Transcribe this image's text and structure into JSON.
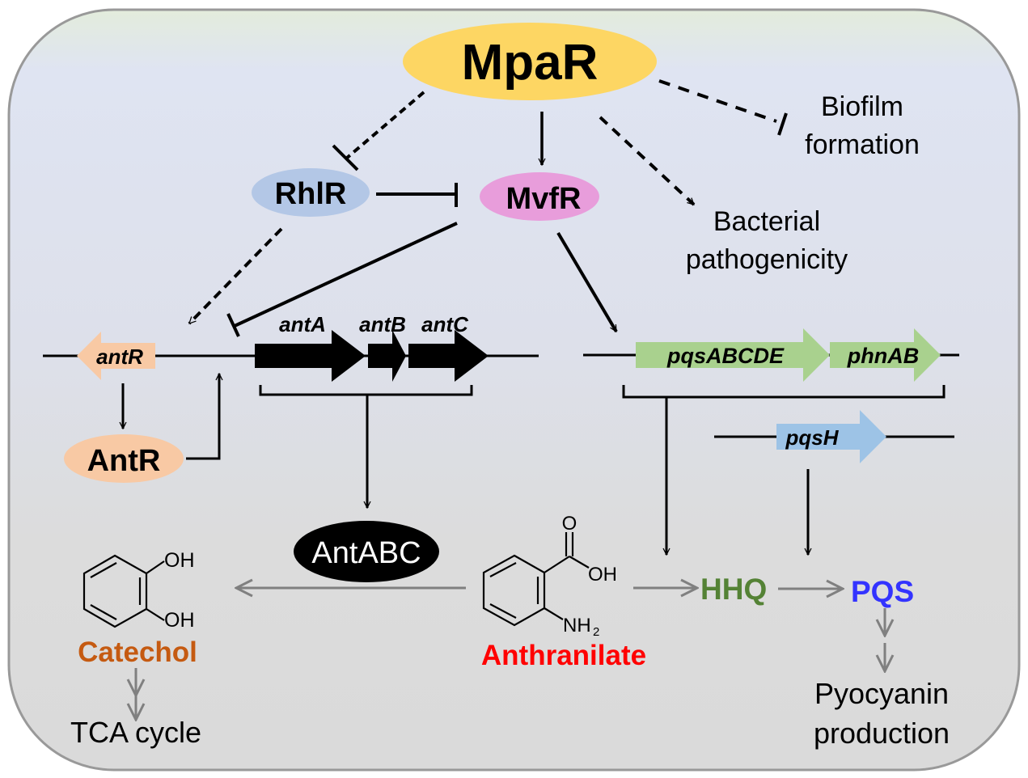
{
  "nodes": {
    "mpar": {
      "label": "MpaR",
      "color": "#fdd663"
    },
    "rhlr": {
      "label": "RhlR",
      "color": "#b3c7e6"
    },
    "mvfr": {
      "label": "MvfR",
      "color": "#e89ddb"
    },
    "antr_protein": {
      "label": "AntR",
      "color": "#f8c9a4"
    },
    "antabc": {
      "label": "AntABC",
      "color": "#000000"
    }
  },
  "outcomes": {
    "biofilm": [
      "Biofilm",
      "formation"
    ],
    "pathogenicity": [
      "Bacterial",
      "pathogenicity"
    ],
    "pyocyanin": [
      "Pyocyanin",
      "production"
    ],
    "tca": "TCA cycle"
  },
  "genes": {
    "antR": {
      "label": "antR",
      "color": "#f8c9a4"
    },
    "antA": {
      "label": "antA",
      "color": "#000000"
    },
    "antB": {
      "label": "antB",
      "color": "#000000"
    },
    "antC": {
      "label": "antC",
      "color": "#000000"
    },
    "pqsABCDE": {
      "label": "pqsABCDE",
      "color": "#a9d18e"
    },
    "phnAB": {
      "label": "phnAB",
      "color": "#a9d18e"
    },
    "pqsH": {
      "label": "pqsH",
      "color": "#9dc3e6"
    }
  },
  "metabolites": {
    "catechol": {
      "label": "Catechol",
      "color": "#c55a11",
      "groups": [
        "OH",
        "OH"
      ]
    },
    "anthranilate": {
      "label": "Anthranilate",
      "color": "#ff0000",
      "groups": [
        "O",
        "OH",
        "NH",
        "2"
      ]
    },
    "hhq": {
      "label": "HHQ",
      "color": "#548235"
    },
    "pqs": {
      "label": "PQS",
      "color": "#3333ff"
    }
  }
}
